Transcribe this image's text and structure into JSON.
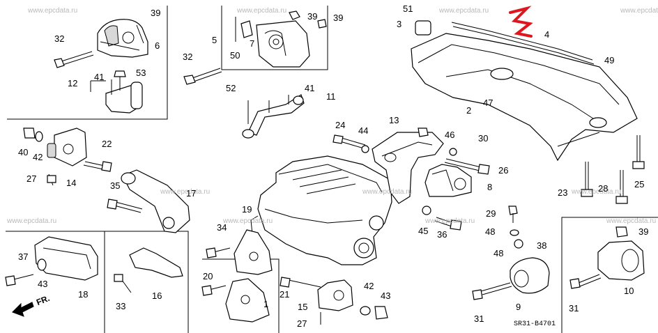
{
  "watermark": "www.epcdata.ru",
  "drawing_code": "SR31-B4701",
  "direction_label": "FR.",
  "callouts": [
    "1",
    "2",
    "3",
    "4",
    "5",
    "6",
    "7",
    "8",
    "9",
    "10",
    "11",
    "12",
    "13",
    "14",
    "15",
    "16",
    "17",
    "18",
    "19",
    "20",
    "21",
    "22",
    "23",
    "24",
    "25",
    "26",
    "27",
    "28",
    "29",
    "30",
    "31",
    "32",
    "33",
    "34",
    "35",
    "36",
    "37",
    "38",
    "39",
    "40",
    "41",
    "42",
    "43",
    "44",
    "45",
    "46",
    "47",
    "48",
    "49",
    "50",
    "51",
    "52",
    "53"
  ],
  "colors": {
    "line": "#000000",
    "watermark": "#b9b9b9",
    "pen_mark": "#e0161e"
  }
}
